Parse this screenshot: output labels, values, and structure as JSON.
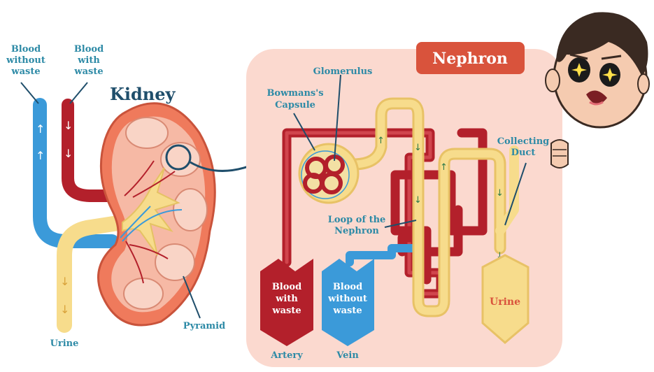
{
  "labels": {
    "kidney_title": "Kidney",
    "blood_without_waste_left": [
      "Blood",
      "without",
      "waste"
    ],
    "blood_with_waste_left": [
      "Blood",
      "with",
      "waste"
    ],
    "urine_left": "Urine",
    "pyramid": "Pyramid",
    "nephron_title": "Nephron",
    "glomerulus": "Glomerulus",
    "bowmans_capsule": [
      "Bowmans's",
      "Capsule"
    ],
    "collecting_duct": [
      "Collecting",
      "Duct"
    ],
    "loop_of_nephron": [
      "Loop of the",
      "Nephron"
    ],
    "blood_with_waste_bottom": [
      "Blood",
      "with",
      "waste"
    ],
    "blood_without_waste_bottom": [
      "Blood",
      "without",
      "waste"
    ],
    "urine_bottom": "Urine",
    "artery": "Artery",
    "vein": "Vein"
  },
  "colors": {
    "artery_red": "#b3202b",
    "vein_blue": "#3b9ad9",
    "urine_yellow": "#f7dc8c",
    "kidney_orange": "#ef7a5c",
    "nephron_bg": "#fbd9cf",
    "title_badge": "#d9533c",
    "label_teal": "#2d8aa6",
    "dark_label": "#1f4e6b"
  }
}
